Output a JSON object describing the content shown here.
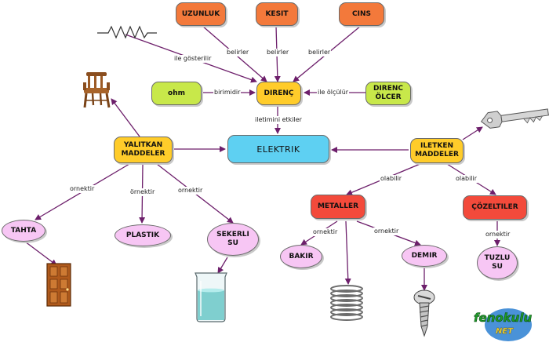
{
  "nodes": {
    "uzunluk": "UZUNLUK",
    "kesit": "KESIT",
    "cins": "CINS",
    "ohm": "ohm",
    "direnc": "DIRENÇ",
    "direnc_olcer": "DIRENC\nÖLCER",
    "elektrik": "ELEKTRIK",
    "yalitkan": "YALITKAN\nMADDELER",
    "iletken": "ILETKEN\nMADDELER",
    "metaller": "METALLER",
    "cozeltiler": "ÇÖZELTILER",
    "tahta": "TAHTA",
    "plastik": "PLASTIK",
    "sekerli_su": "SEKERLI\nSU",
    "bakir": "BAKIR",
    "demir": "DEMIR",
    "tuzlu_su": "TUZLU\nSU"
  },
  "edges": {
    "ile_gosterilir": "ile gösterilir",
    "belirler_1": "belirler",
    "belirler_2": "belirler",
    "belirler_3": "belirler",
    "birimidir": "birimidir",
    "ile_olculur": "ile ölçülür",
    "iletimini_etkiler": "iletimini etkiler",
    "ornektir_tahta": "ornektir",
    "ornektir_plastik": "örnektir",
    "ornektir_seker": "ornektir",
    "olabilir_metal": "olabilir",
    "olabilir_cozelti": "olabilir",
    "ornektir_bakir": "ornektir",
    "ornektir_demir": "ornektir",
    "ornektir_tuzlu": "ornektir"
  },
  "logo": {
    "main": "fenokulu",
    "sub": "NET"
  },
  "colors": {
    "arrow": "#6d1f6b",
    "elektrik": "#5ed0f2",
    "direnc": "#ffcc2a",
    "metaller": "#f34a3b"
  }
}
